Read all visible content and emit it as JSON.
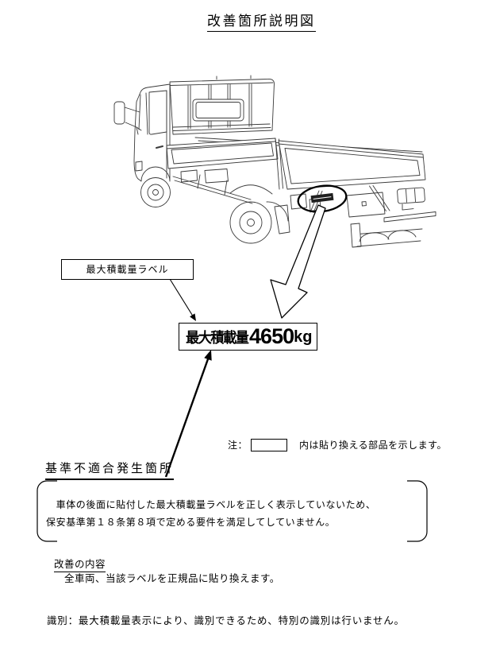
{
  "page": {
    "title": "改善箇所説明図"
  },
  "callout": {
    "label": "最大積載量ラベル"
  },
  "load_label": {
    "name": "最大積載量",
    "value": "4650",
    "unit": "kg"
  },
  "legend": {
    "prefix": "注：",
    "text": "内は貼り換える部品を示します。"
  },
  "nonconformity": {
    "heading": "基準不適合発生箇所",
    "line1": "　車体の後面に貼付した最大積載量ラベルを正しく表示していないため、",
    "line2": "保安基準第１８条第８項で定める要件を満足してしていません。"
  },
  "improvement": {
    "heading": "改善の内容",
    "body": "　全車両、当該ラベルを正規品に貼り換えます。"
  },
  "identification": {
    "text": "識別：最大積載量表示により、識別できるため、特別の識別は行いません。"
  },
  "icons": {
    "truck": "flatbed-truck-rear-quarter-line-drawing",
    "highlight": "label-position-ellipse-highlight",
    "arrows": [
      "callout-leader-arrow",
      "hollow-pointer-arrow",
      "nonconformity-arrow"
    ]
  },
  "colors": {
    "ink": "#000000",
    "line_art": "#3a3a3a",
    "background": "#ffffff"
  }
}
